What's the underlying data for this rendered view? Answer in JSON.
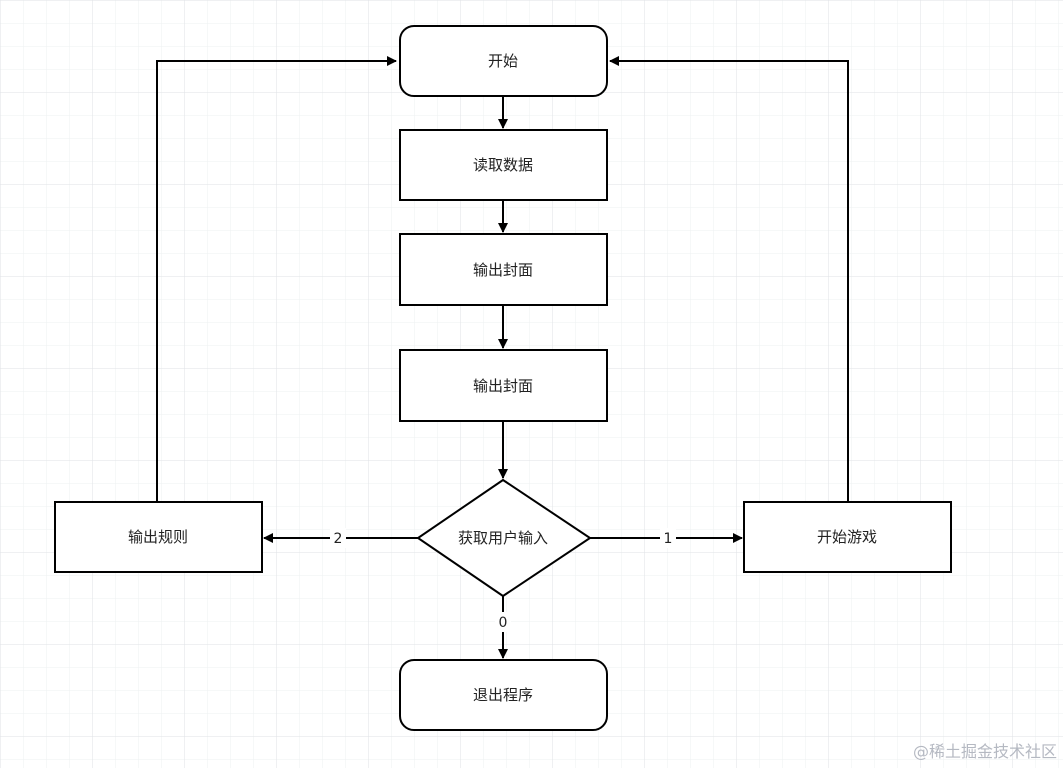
{
  "colors": {
    "grid": "#e4e6ea",
    "stroke": "#000000",
    "node_fill": "#ffffff",
    "text": "#222222",
    "watermark": "#b5b9c2"
  },
  "nodes": {
    "start": "开始",
    "read_data": "读取数据",
    "output_cover_1": "输出封面",
    "output_cover_2": "输出封面",
    "get_input": "获取用户输入",
    "output_rules": "输出规则",
    "start_game": "开始游戏",
    "exit_program": "退出程序"
  },
  "edge_labels": {
    "to_rules": "2",
    "to_game": "1",
    "to_exit": "0"
  },
  "watermark": "@稀土掘金技术社区"
}
